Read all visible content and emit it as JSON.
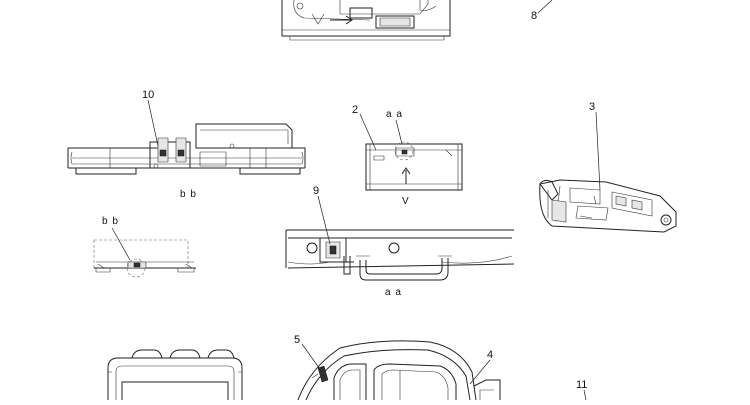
{
  "callouts": {
    "c8": "8",
    "c10": "10",
    "c2": "2",
    "c3": "3",
    "c9": "9",
    "c5": "5",
    "c4": "4",
    "c11": "11"
  },
  "section_labels": {
    "aa_top": "a a",
    "bb_under_10": "b b",
    "bb_left": "b b",
    "aa_under_9": "a a"
  },
  "markers": {
    "view_mark": "V"
  }
}
